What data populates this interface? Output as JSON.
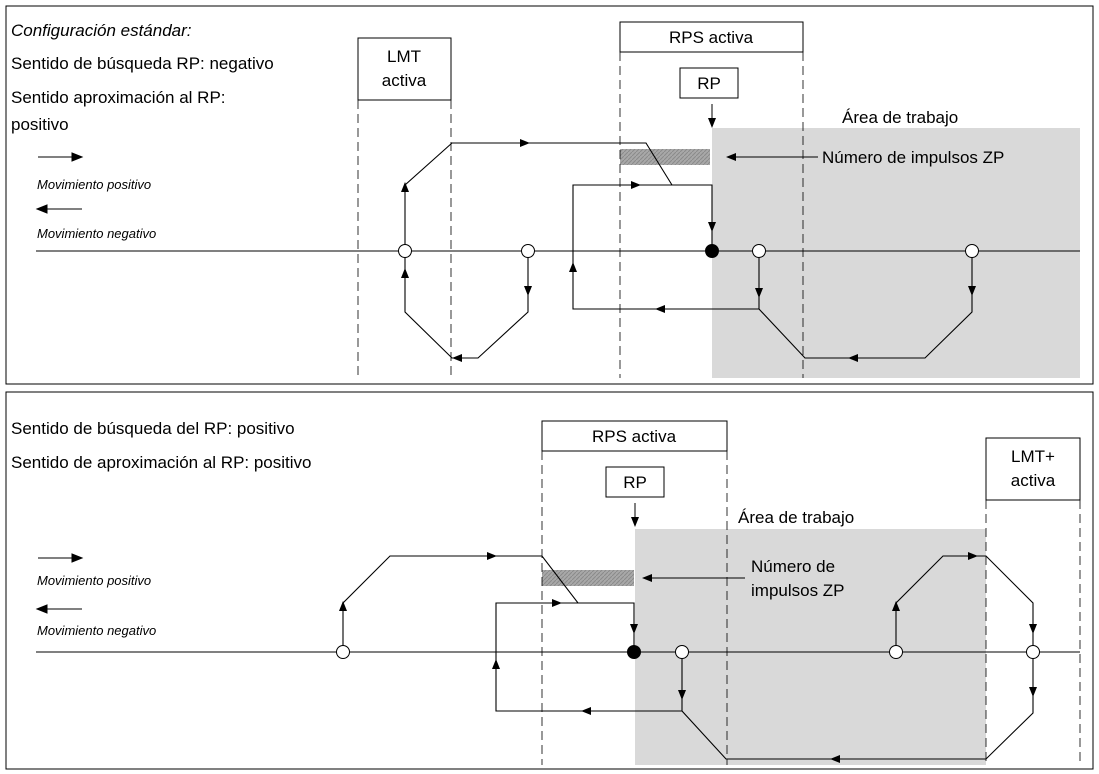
{
  "colors": {
    "work_area": "#d9d9d9",
    "zp_bar": "#a8a8a8",
    "line": "#000000",
    "background": "#ffffff"
  },
  "panel_top": {
    "config_title": "Configuración estándar:",
    "search_dir": "Sentido de búsqueda RP: negativo",
    "approach_line1": "Sentido aproximación al RP:",
    "approach_line2": "positivo",
    "legend_positive": "Movimiento positivo",
    "legend_negative": "Movimiento negativo",
    "lmt_line1": "LMT",
    "lmt_line2": "activa",
    "rps": "RPS activa",
    "rp": "RP",
    "work_area": "Área de trabajo",
    "zp": "Número de impulsos ZP"
  },
  "panel_bottom": {
    "search_dir": "Sentido de búsqueda del RP: positivo",
    "approach": "Sentido de aproximación al RP: positivo",
    "legend_positive": "Movimiento positivo",
    "legend_negative": "Movimiento negativo",
    "lmt_line1": "LMT+",
    "lmt_line2": "activa",
    "rps": "RPS activa",
    "rp": "RP",
    "work_area": "Área de trabajo",
    "zp_line1": "Número de",
    "zp_line2": "impulsos ZP"
  }
}
